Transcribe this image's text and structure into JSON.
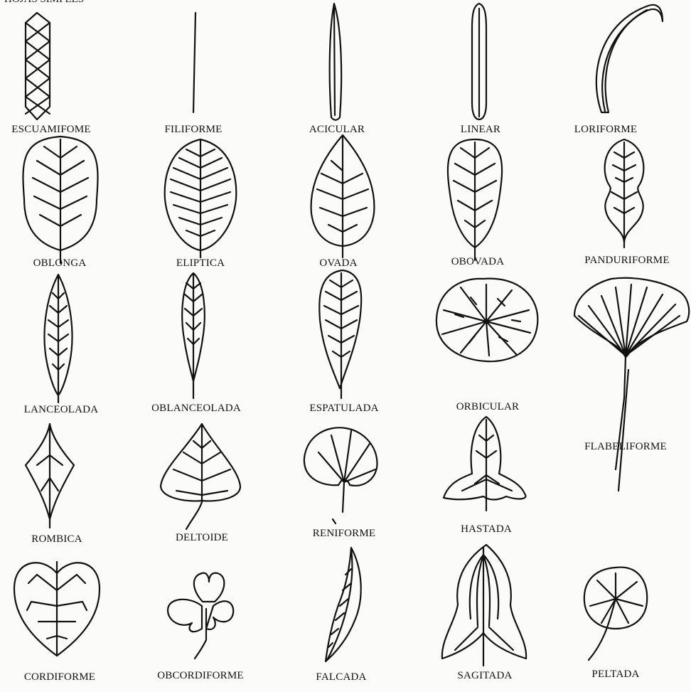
{
  "header_fragment": "HOJAS SIMPLES",
  "labels": {
    "escuamiforme": "ESCUAMIFOME",
    "filiforme": "FILIFORME",
    "acicular": "ACICULAR",
    "linear": "LINEAR",
    "loriforme": "LORIFORME",
    "oblonga": "OBLONGA",
    "eliptica": "ELIPTICA",
    "ovada": "OVADA",
    "obovada": "OBOVADA",
    "panduriforme": "PANDURIFORME",
    "lanceolada": "LANCEOLADA",
    "oblanceolada": "OBLANCEOLADA",
    "espatulada": "ESPATULADA",
    "orbicular": "ORBICULAR",
    "flabeliforme": "FLABELIFORME",
    "rombica": "ROMBICA",
    "deltoide": "DELTOIDE",
    "reniforme": "RENIFORME",
    "hastada": "HASTADA",
    "cordiforme": "CORDIFORME",
    "obcordiforme": "OBCORDIFORME",
    "falcada": "FALCADA",
    "sagitada": "SAGITADA",
    "peltada": "PELTADA"
  },
  "colors": {
    "ink": "#111111",
    "paper": "#fbfbf9"
  }
}
